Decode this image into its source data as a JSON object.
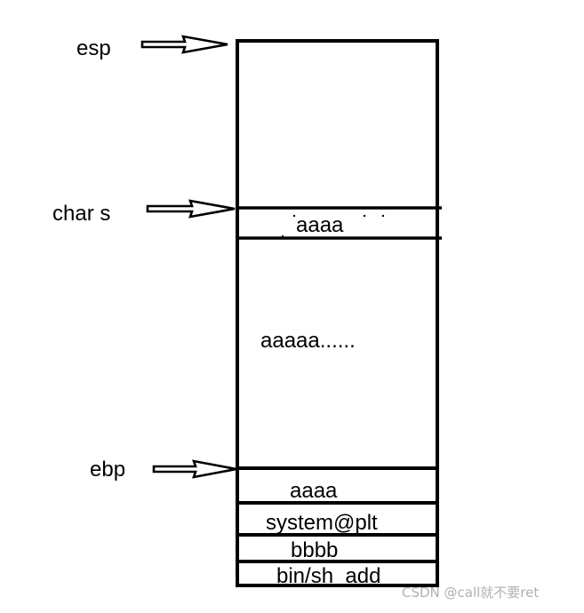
{
  "labels": {
    "esp": "esp",
    "char_s": "char s",
    "ebp": "ebp"
  },
  "cells": {
    "s_top": "aaaa",
    "s_fill": "aaaaa......",
    "saved_ebp": "aaaa",
    "ret_addr": "system@plt",
    "fake_ret": "bbbb",
    "arg": "bin/sh_add"
  },
  "watermark": "CSDN @call就不要ret",
  "colors": {
    "stroke": "#000000",
    "watermark": "#b0b0b0"
  }
}
